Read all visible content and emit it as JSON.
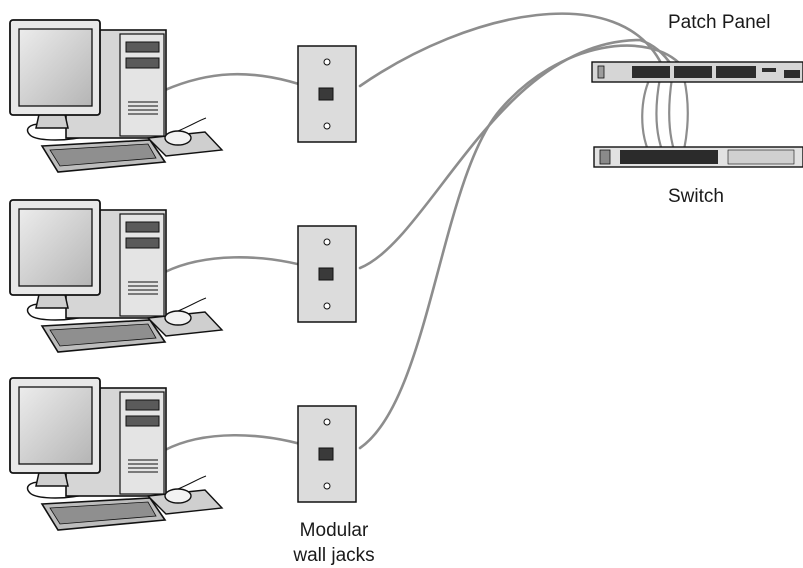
{
  "labels": {
    "patch_panel": "Patch Panel",
    "switch": "Switch",
    "wall_jacks_line1": "Modular",
    "wall_jacks_line2": "wall jacks"
  },
  "colors": {
    "cable": "#9a9a9a",
    "cable_shadow": "#6f6f6f",
    "device_body": "#d9d9d9",
    "device_dark": "#3a3a3a",
    "screen": "#c4c4c4",
    "outline": "#111111"
  },
  "computers": [
    {
      "name": "computer-1"
    },
    {
      "name": "computer-2"
    },
    {
      "name": "computer-3"
    }
  ],
  "wall_jacks": [
    {
      "name": "wall-jack-1"
    },
    {
      "name": "wall-jack-2"
    },
    {
      "name": "wall-jack-3"
    }
  ]
}
